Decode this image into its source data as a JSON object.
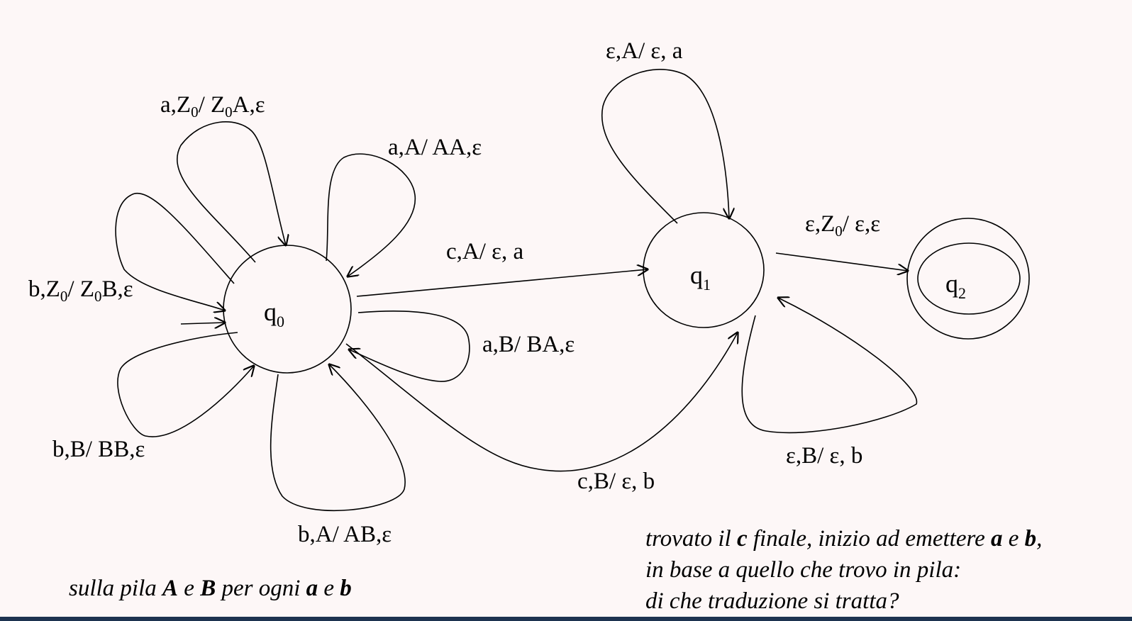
{
  "diagram": {
    "states": [
      {
        "id": "q0",
        "base": "q",
        "sub": "0",
        "initial": true,
        "accepting": false
      },
      {
        "id": "q1",
        "base": "q",
        "sub": "1",
        "initial": false,
        "accepting": false
      },
      {
        "id": "q2",
        "base": "q",
        "sub": "2",
        "initial": false,
        "accepting": true
      }
    ],
    "transitions": {
      "t_aZ0": {
        "from": "q0",
        "to": "q0",
        "parts": [
          "a,Z",
          "0",
          "/ Z",
          "0",
          "A,ε"
        ]
      },
      "t_aA": {
        "from": "q0",
        "to": "q0",
        "parts": [
          "a,A/ AA,ε"
        ]
      },
      "t_bZ0": {
        "from": "q0",
        "to": "q0",
        "parts": [
          "b,Z",
          "0",
          "/ Z",
          "0",
          "B,ε"
        ]
      },
      "t_aB": {
        "from": "q0",
        "to": "q0",
        "parts": [
          "a,B/ BA,ε"
        ]
      },
      "t_bB": {
        "from": "q0",
        "to": "q0",
        "parts": [
          "b,B/ BB,ε"
        ]
      },
      "t_bA": {
        "from": "q0",
        "to": "q0",
        "parts": [
          "b,A/ AB,ε"
        ]
      },
      "t_cA": {
        "from": "q0",
        "to": "q1",
        "parts": [
          "c,A/ ε, a"
        ]
      },
      "t_cB": {
        "from": "q0",
        "to": "q1",
        "parts": [
          "c,B/ ε, b"
        ]
      },
      "t_eA": {
        "from": "q1",
        "to": "q1",
        "parts": [
          "ε,A/ ε, a"
        ]
      },
      "t_eB": {
        "from": "q1",
        "to": "q1",
        "parts": [
          "ε,B/ ε, b"
        ]
      },
      "t_eZ0": {
        "from": "q1",
        "to": "q2",
        "parts": [
          "ε,Z",
          "0",
          "/ ε,ε"
        ]
      }
    }
  },
  "captions": {
    "left": [
      "sulla pila ",
      "A",
      " e ",
      "B",
      " per ogni ",
      "a",
      " e ",
      "b"
    ],
    "right": {
      "line1": [
        "trovato il ",
        "c",
        " finale, inizio ad emettere ",
        "a",
        " e ",
        "b",
        ","
      ],
      "line2": "in base a quello che trovo in pila:",
      "line3": "di che traduzione si tratta?"
    }
  },
  "colors": {
    "background": "#fdf7f7",
    "ink": "#000000",
    "bottom_bar": "#1d3350"
  }
}
